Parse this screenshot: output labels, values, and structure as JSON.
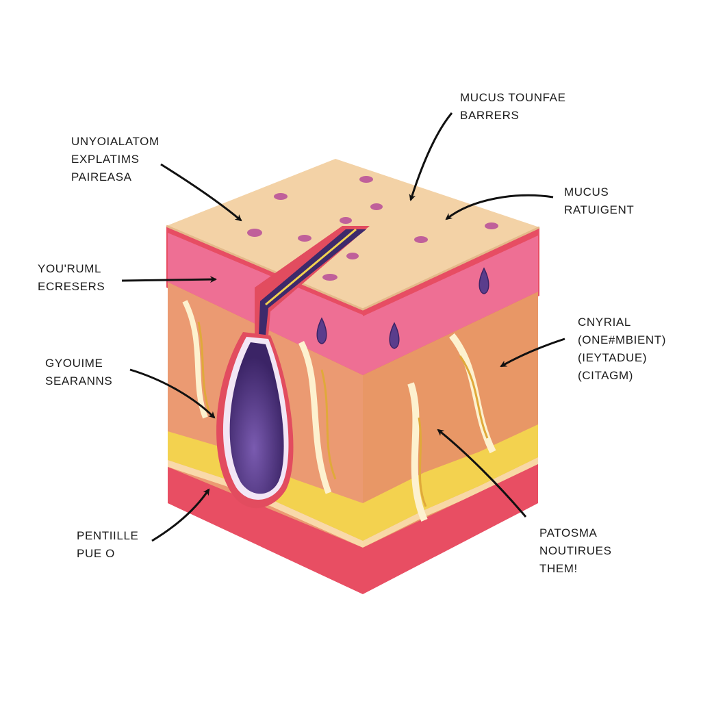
{
  "labels": {
    "top_left": [
      "UNYOIALATOM",
      "EXPLATIMS",
      "PAIREASA"
    ],
    "top_center": [
      "MUCUS TOUNFAE",
      "BARRERS"
    ],
    "top_right": [
      "MUCUS",
      "RATUIGENT"
    ],
    "mid_left": [
      "YOU'RUML",
      "ECRESERS"
    ],
    "right_mid": [
      "CNYRIAL",
      "(ONE#MBIENT)",
      "(IEYTADUE)",
      "(CITAGM)"
    ],
    "lower_left": [
      "GYOUIME",
      "SEARANNS"
    ],
    "bottom_left": [
      "PENTIILLE",
      "PUE O"
    ],
    "bottom_right": [
      "PATOSMA",
      "NOUTIRUES",
      "THEM!"
    ]
  },
  "colors": {
    "surface": "#f3d2a6",
    "pink_layer": "#ec6f94",
    "red_edge": "#e24c5f",
    "tissue": "#eb9a72",
    "fat_yellow": "#f3d24f",
    "gland_purple": "#4a2c7d",
    "pore": "#c0609a"
  }
}
